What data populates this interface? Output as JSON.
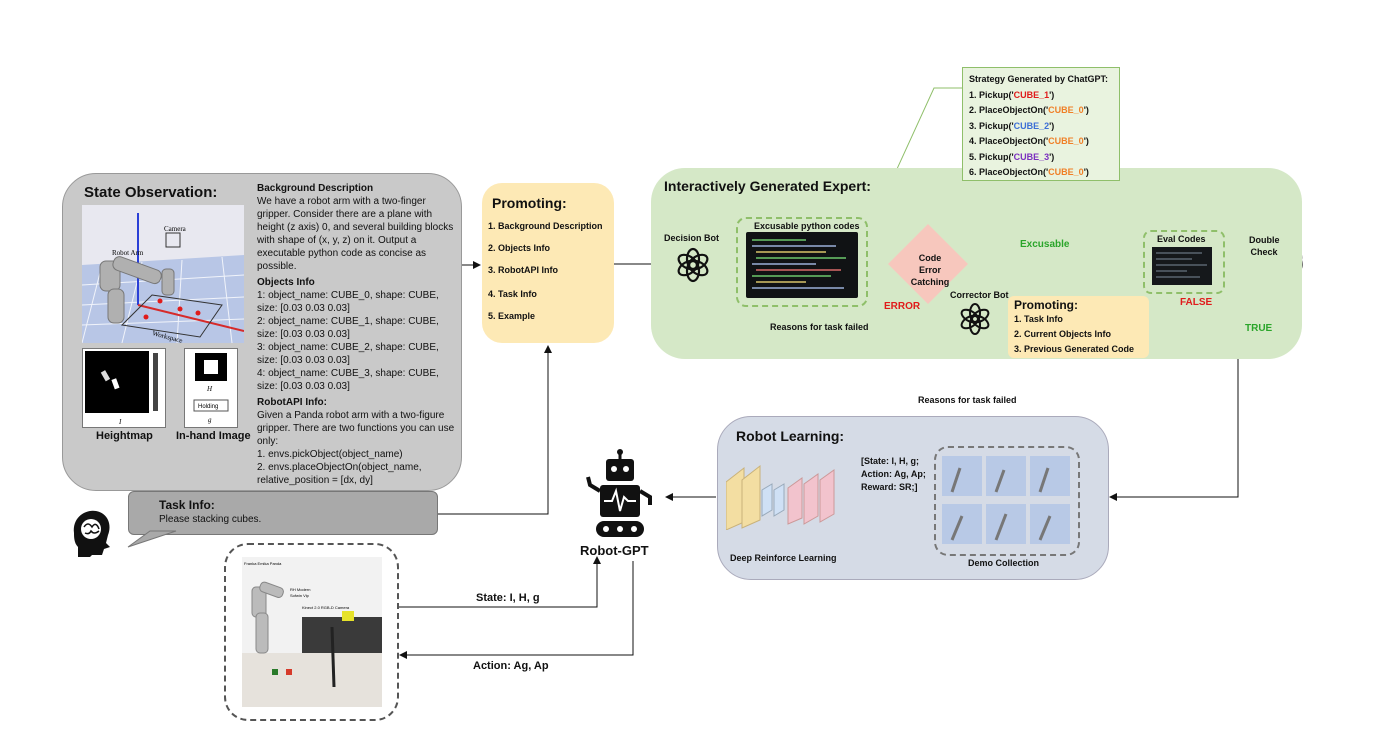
{
  "colors": {
    "state_bg": "#c9c9c9",
    "promoting_bg": "#fde9b5",
    "expert_bg": "#d5e8c7",
    "learning_bg": "#d5dbe6",
    "error": "#e01b1b",
    "ok": "#2aa52a"
  },
  "state": {
    "title": "State Observation:",
    "robot_arm_label": "Robot Arm",
    "camera_label": "Camera",
    "workspace_label": "Workspace",
    "heightmap_caption": "Heightmap",
    "heightmap_sublabel": "I",
    "inhand_caption": "In-hand Image",
    "inhand_sublabel_h": "H",
    "inhand_holding": "Holding",
    "inhand_sublabel_g": "g",
    "bg_heading": "Background Description",
    "bg_text": "We have a robot arm with a two-finger gripper. Consider there are a plane with height (z axis) 0, and several building blocks with shape of (x, y, z) on it. Output a executable python code as concise as possible.",
    "objects_heading": "Objects Info",
    "objects": [
      "1: object_name: CUBE_0, shape: CUBE, size: [0.03 0.03 0.03]",
      "2: object_name: CUBE_1, shape: CUBE, size: [0.03 0.03 0.03]",
      "3: object_name: CUBE_2, shape: CUBE, size: [0.03 0.03 0.03]",
      "4: object_name: CUBE_3, shape: CUBE, size: [0.03 0.03 0.03]"
    ],
    "api_heading": "RobotAPI Info:",
    "api_text": "Given a Panda robot arm with a two-figure gripper. There are two functions you can use only:",
    "api_funcs": [
      "1. envs.pickObject(object_name)",
      "2. envs.placeObjectOn(object_name, relative_position = [dx, dy]"
    ]
  },
  "task": {
    "title": "Task Info:",
    "text": "Please stacking cubes."
  },
  "promoting": {
    "title": "Promoting:",
    "items": [
      "1. Background Description",
      "2. Objects Info",
      "3. RobotAPI Info",
      "4. Task Info",
      "5. Example"
    ]
  },
  "expert": {
    "title": "Interactively Generated Expert:",
    "decision_bot": "Decision Bot",
    "code_label": "Excusable python codes",
    "code_error": "Code Error Catching",
    "excusable": "Excusable",
    "eval_codes": "Eval  Codes",
    "double_check": "Double Check",
    "error": "ERROR",
    "corrector_bot": "Corrector Bot",
    "false": "FALSE",
    "reasons": "Reasons for task failed",
    "promoting2_title": "Promoting:",
    "promoting2_items": [
      "1. Task Info",
      "2. Current Objects Info",
      "3. Previous Generated Code"
    ],
    "true": "TRUE"
  },
  "strategy": {
    "title": "Strategy Generated by ChatGPT:",
    "steps": [
      {
        "pre": "1. Pickup('",
        "cube": "CUBE_1",
        "post": "')",
        "color": "#e01b1b"
      },
      {
        "pre": "2. PlaceObjectOn('",
        "cube": "CUBE_0",
        "post": "')",
        "color": "#f07f26"
      },
      {
        "pre": "3. Pickup('",
        "cube": "CUBE_2",
        "post": "')",
        "color": "#3c6fd6"
      },
      {
        "pre": "4. PlaceObjectOn('",
        "cube": "CUBE_0",
        "post": "')",
        "color": "#f07f26"
      },
      {
        "pre": "5. Pickup('",
        "cube": "CUBE_3",
        "post": "')",
        "color": "#7b2fbf"
      },
      {
        "pre": "6. PlaceObjectOn('",
        "cube": "CUBE_0",
        "post": "')",
        "color": "#f07f26"
      }
    ]
  },
  "reasons_mid": "Reasons for task failed",
  "learning": {
    "title": "Robot Learning:",
    "drl": "Deep Reinforce Learning",
    "tuple": [
      "[State: I, H, g;",
      "Action: Ag, Ap;",
      "Reward: SR;]"
    ],
    "demo": "Demo Collection"
  },
  "robot_gpt": "Robot-GPT",
  "state_arrow": "State: I, H, g",
  "action_arrow": "Action: Ag, Ap",
  "photo": {
    "l1": "Franka Emika Panda",
    "l2": "RH Modern",
    "l3": "Sofwin Vip",
    "l4": "Kinect 2.0 RGB-D Camera"
  }
}
